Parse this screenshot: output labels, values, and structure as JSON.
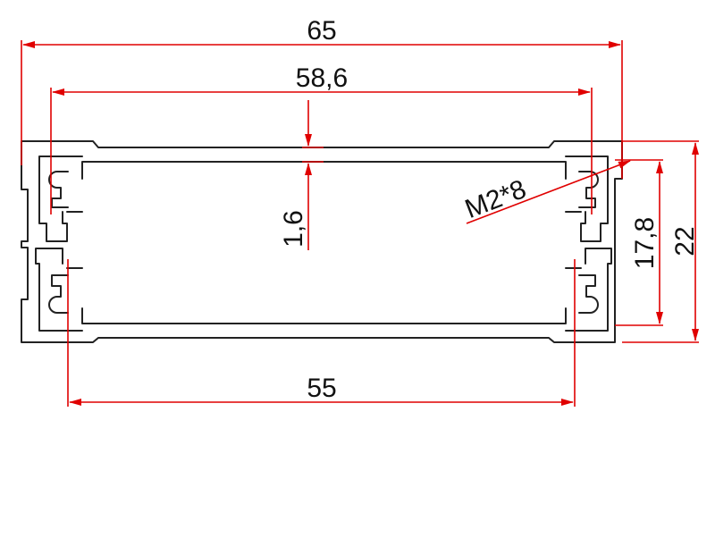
{
  "dimensions": {
    "overall_width": "65",
    "outer_width": "58,6",
    "inner_width": "55",
    "wall_thickness": "1,6",
    "screw_label": "M2*8",
    "inner_height": "17,8",
    "overall_height": "22"
  },
  "colors": {
    "dimension": "#e00000",
    "outline": "#222222",
    "text": "#111111"
  }
}
